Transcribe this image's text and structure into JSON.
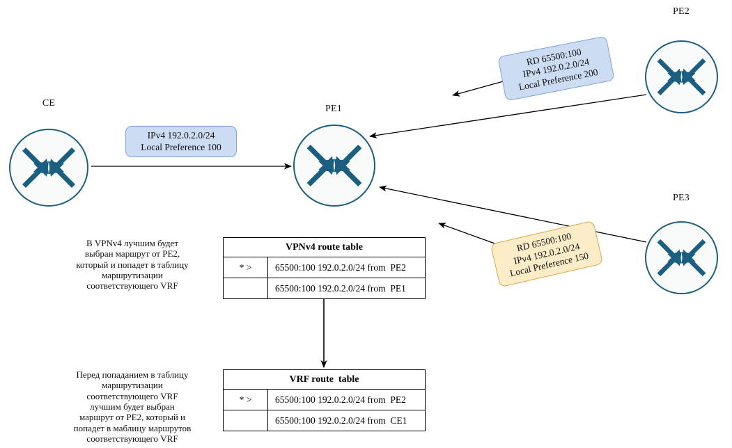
{
  "diagram": {
    "title": "MPLS L3VPN route selection VPNv4 to VRF",
    "accent_router_stroke": "#1d5f82",
    "accent_router_fill": "#f9fbfb",
    "callout_blue_fill": "#ccdcf2",
    "callout_blue_border": "#7fa3d6",
    "callout_cream_fill": "#fcecc8",
    "callout_cream_border": "#d6a93f",
    "edge_color": "#000000"
  },
  "nodes": [
    {
      "id": "ce",
      "label": "CE"
    },
    {
      "id": "pe1",
      "label": "PE1"
    },
    {
      "id": "pe2",
      "label": "PE2"
    },
    {
      "id": "pe3",
      "label": "PE3"
    }
  ],
  "callouts": {
    "ce_announce": "IPv4 192.0.2.0/24\nLocal Preference 100",
    "pe2_announce": "RD 65500:100\nIPv4 192.0.2.0/24\nLocal Preference 200",
    "pe3_announce": "RD 65500:100\nIPv4 192.0.2.0/24\nLocal Preference 150"
  },
  "tables": {
    "vpnv4": {
      "title": "VPNv4 route table",
      "columns": [
        "flag",
        "route"
      ],
      "rows": [
        {
          "flag": "* >",
          "route": "65500:100 192.0.2.0/24 from  PE2"
        },
        {
          "flag": "",
          "route": "65500:100 192.0.2.0/24 from  PE1"
        }
      ]
    },
    "vrf": {
      "title": "VRF route  table",
      "columns": [
        "flag",
        "route"
      ],
      "rows": [
        {
          "flag": "* >",
          "route": "65500:100 192.0.2.0/24 from  PE2"
        },
        {
          "flag": "",
          "route": "65500:100 192.0.2.0/24 from  CE1"
        }
      ]
    }
  },
  "notes": {
    "vpnv4_note": "В VPNv4 лучшим будет\nвыбран маршрут от PE2,\nкоторый и попадет в таблицу\nмаршрутизации\nсоответствующего VRF",
    "vrf_note": "Перед попаданием в таблицу\nмаршрутизации\nсоответствующего VRF\nлучшим будет выбран\nмаршрут от PE2, который и\nпопадет в маблицу маршрутов\nсоответствующего VRF"
  }
}
